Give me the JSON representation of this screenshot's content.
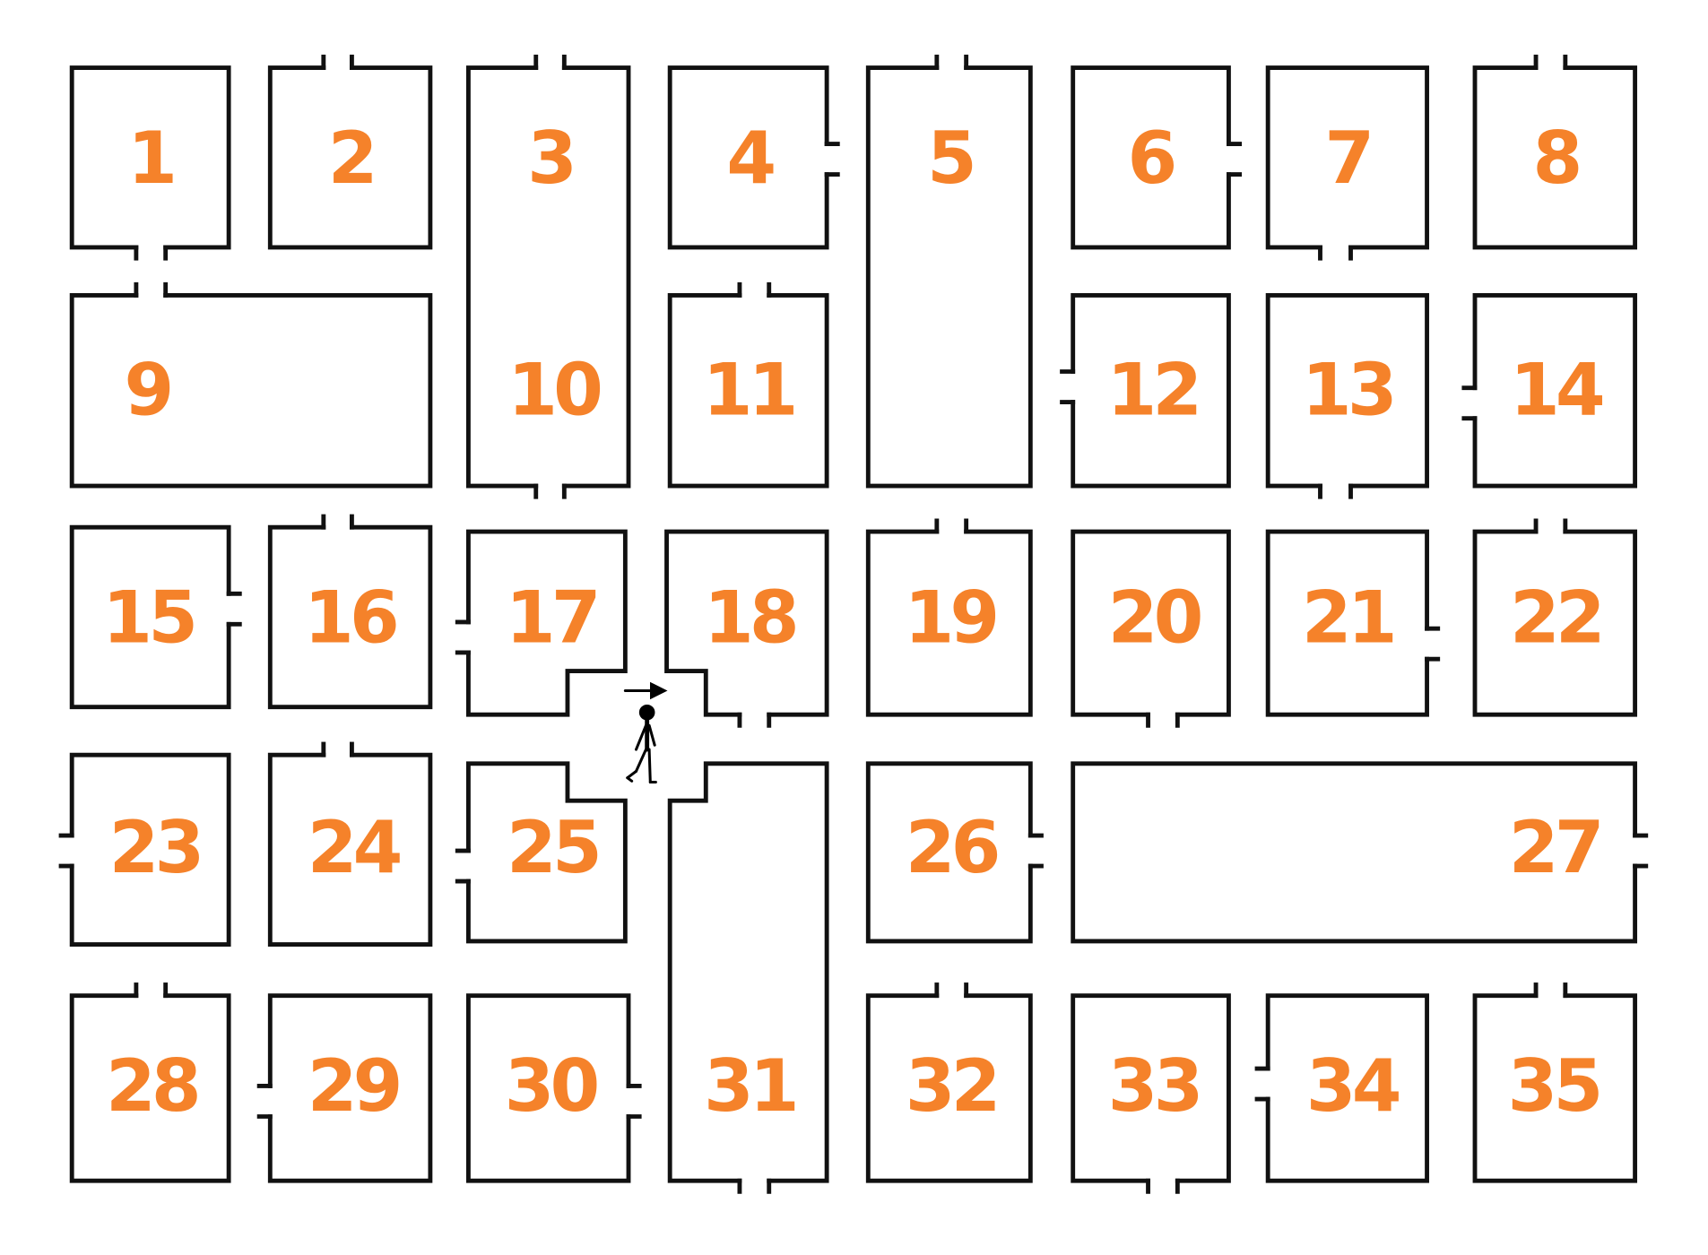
{
  "colors": {
    "label": "#f5822a",
    "wall": "#111111"
  },
  "rooms": [
    {
      "id": "room-1",
      "labels": [
        "1"
      ]
    },
    {
      "id": "room-2",
      "labels": [
        "2"
      ]
    },
    {
      "id": "room-3-10",
      "labels": [
        "3",
        "10"
      ]
    },
    {
      "id": "room-4",
      "labels": [
        "4"
      ]
    },
    {
      "id": "room-5",
      "labels": [
        "5"
      ]
    },
    {
      "id": "room-6",
      "labels": [
        "6"
      ]
    },
    {
      "id": "room-7",
      "labels": [
        "7"
      ]
    },
    {
      "id": "room-8",
      "labels": [
        "8"
      ]
    },
    {
      "id": "room-9",
      "labels": [
        "9"
      ]
    },
    {
      "id": "room-11",
      "labels": [
        "11"
      ]
    },
    {
      "id": "room-12",
      "labels": [
        "12"
      ]
    },
    {
      "id": "room-13",
      "labels": [
        "13"
      ]
    },
    {
      "id": "room-14",
      "labels": [
        "14"
      ]
    },
    {
      "id": "room-15",
      "labels": [
        "15"
      ]
    },
    {
      "id": "room-16",
      "labels": [
        "16"
      ]
    },
    {
      "id": "room-17",
      "labels": [
        "17"
      ]
    },
    {
      "id": "room-18",
      "labels": [
        "18"
      ]
    },
    {
      "id": "room-19",
      "labels": [
        "19"
      ]
    },
    {
      "id": "room-20",
      "labels": [
        "20"
      ]
    },
    {
      "id": "room-21",
      "labels": [
        "21"
      ]
    },
    {
      "id": "room-22",
      "labels": [
        "22"
      ]
    },
    {
      "id": "room-23",
      "labels": [
        "23"
      ]
    },
    {
      "id": "room-24",
      "labels": [
        "24"
      ]
    },
    {
      "id": "room-25",
      "labels": [
        "25"
      ]
    },
    {
      "id": "room-26",
      "labels": [
        "26"
      ]
    },
    {
      "id": "room-27",
      "labels": [
        "27"
      ]
    },
    {
      "id": "room-28",
      "labels": [
        "28"
      ]
    },
    {
      "id": "room-29",
      "labels": [
        "29"
      ]
    },
    {
      "id": "room-30",
      "labels": [
        "30"
      ]
    },
    {
      "id": "room-31",
      "labels": [
        "31"
      ]
    },
    {
      "id": "room-32",
      "labels": [
        "32"
      ]
    },
    {
      "id": "room-33",
      "labels": [
        "33"
      ]
    },
    {
      "id": "room-34",
      "labels": [
        "34"
      ]
    },
    {
      "id": "room-35",
      "labels": [
        "35"
      ]
    }
  ],
  "walker": {
    "icon": "walking-person-icon",
    "direction_icon": "arrow-right-icon"
  }
}
